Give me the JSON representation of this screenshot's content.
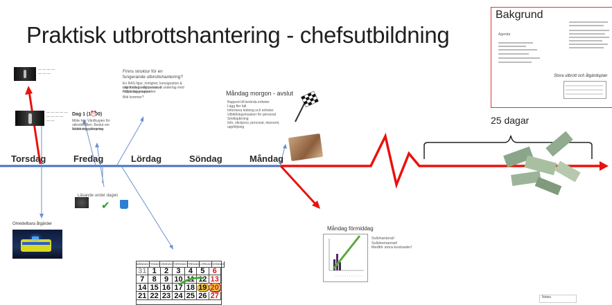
{
  "title": "Praktisk utbrottshantering - chefsutbildning",
  "timeline": {
    "days": [
      "Torsdag",
      "Fredag",
      "Lördag",
      "Söndag",
      "Måndag"
    ],
    "duration_label": "25 dagar"
  },
  "colors": {
    "timeline_blue": "#4472c4",
    "accent_red": "#e8120c",
    "arrow_blue": "#6b8fd1",
    "chart_green": "#5aa83a"
  },
  "thumbs": {
    "fuzzy_title": "Finns struktur för en fungerande utbrottshantering?",
    "fuzzy_bullets": [
      "En RAS figur, rimlighet, konsignation & regionala medel personer",
      "Lite förslag, några svar, & underlag med historiska resurser",
      "Följde tagg rapporten"
    ],
    "fuzzy_foot": "Bild kommer?",
    "dag1_title": "Dag 1 (18.00)",
    "dag1_text": [
      "Möte hos Vårdhygien för utbrottsfallen. Beslut om avdelningsstängning",
      "Nästa steg planeras"
    ],
    "mandag_morgon_title": "Måndag morgon - avslut",
    "mandag_morgon_bullets": [
      "Rapport till berörda enheter",
      "Lägg fler fall",
      "Informera ledning och enheter",
      "Utbildningsinsatser för personal",
      "Smittspårning",
      "Info, stickprov, personal, ekonomi, uppföljning"
    ],
    "lasande_title": "Läsande under dagen",
    "omedelbara_label": "Omedelbara åtgärder",
    "mandag_formiddag_title": "Måndag förmiddag",
    "mandag_formiddag_lines": [
      "Svårhanterat!",
      "Svårbemannat!",
      "Medför stora kostnader!"
    ]
  },
  "bakgrund": {
    "title": "Bakgrund",
    "agenda_label": "Agenda",
    "footer": "Stora utbrott och åtgärdsplan"
  },
  "calendar": {
    "weekdays": [
      "MÅNDAG",
      "TISDAG",
      "ONSDAG",
      "TORSDAG",
      "FREDAG",
      "LÖRDAG",
      "SÖNDAG"
    ],
    "rows": [
      [
        "31",
        "1",
        "2",
        "3",
        "4",
        "5",
        "6"
      ],
      [
        "7",
        "8",
        "9",
        "10",
        "11",
        "12",
        "13"
      ],
      [
        "14",
        "15",
        "16",
        "17",
        "18",
        "19",
        "20"
      ],
      [
        "21",
        "22",
        "23",
        "24",
        "25",
        "26",
        "27"
      ]
    ]
  },
  "notes_label": "Notes"
}
